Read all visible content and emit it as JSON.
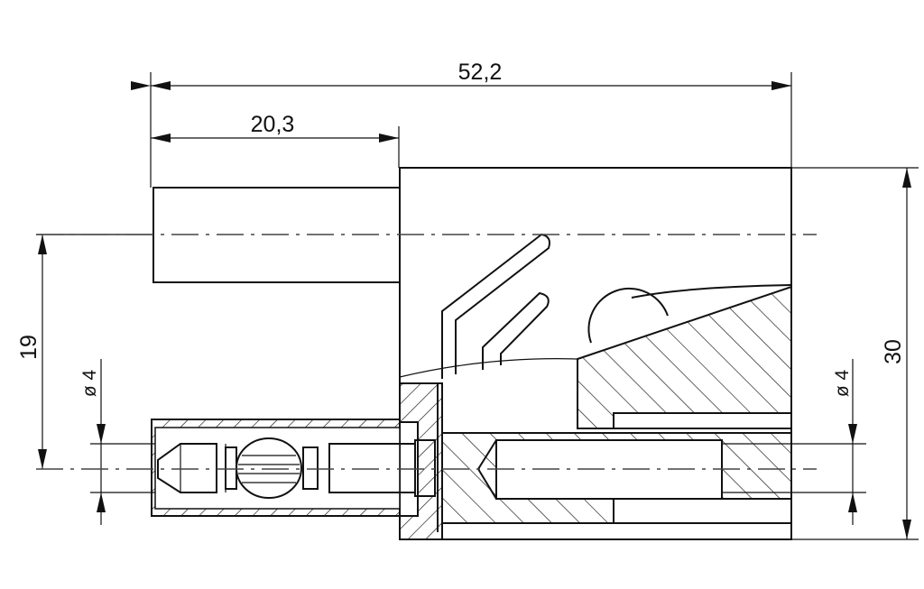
{
  "drawing": {
    "dimensions": {
      "overall_length": "52,2",
      "stub_length": "20,3",
      "axis_offset": "19",
      "overall_height": "30",
      "pin_diameter_left": "ø 4",
      "bore_diameter_right": "ø 4"
    },
    "colors": {
      "line": "#111111",
      "background": "#ffffff"
    }
  }
}
